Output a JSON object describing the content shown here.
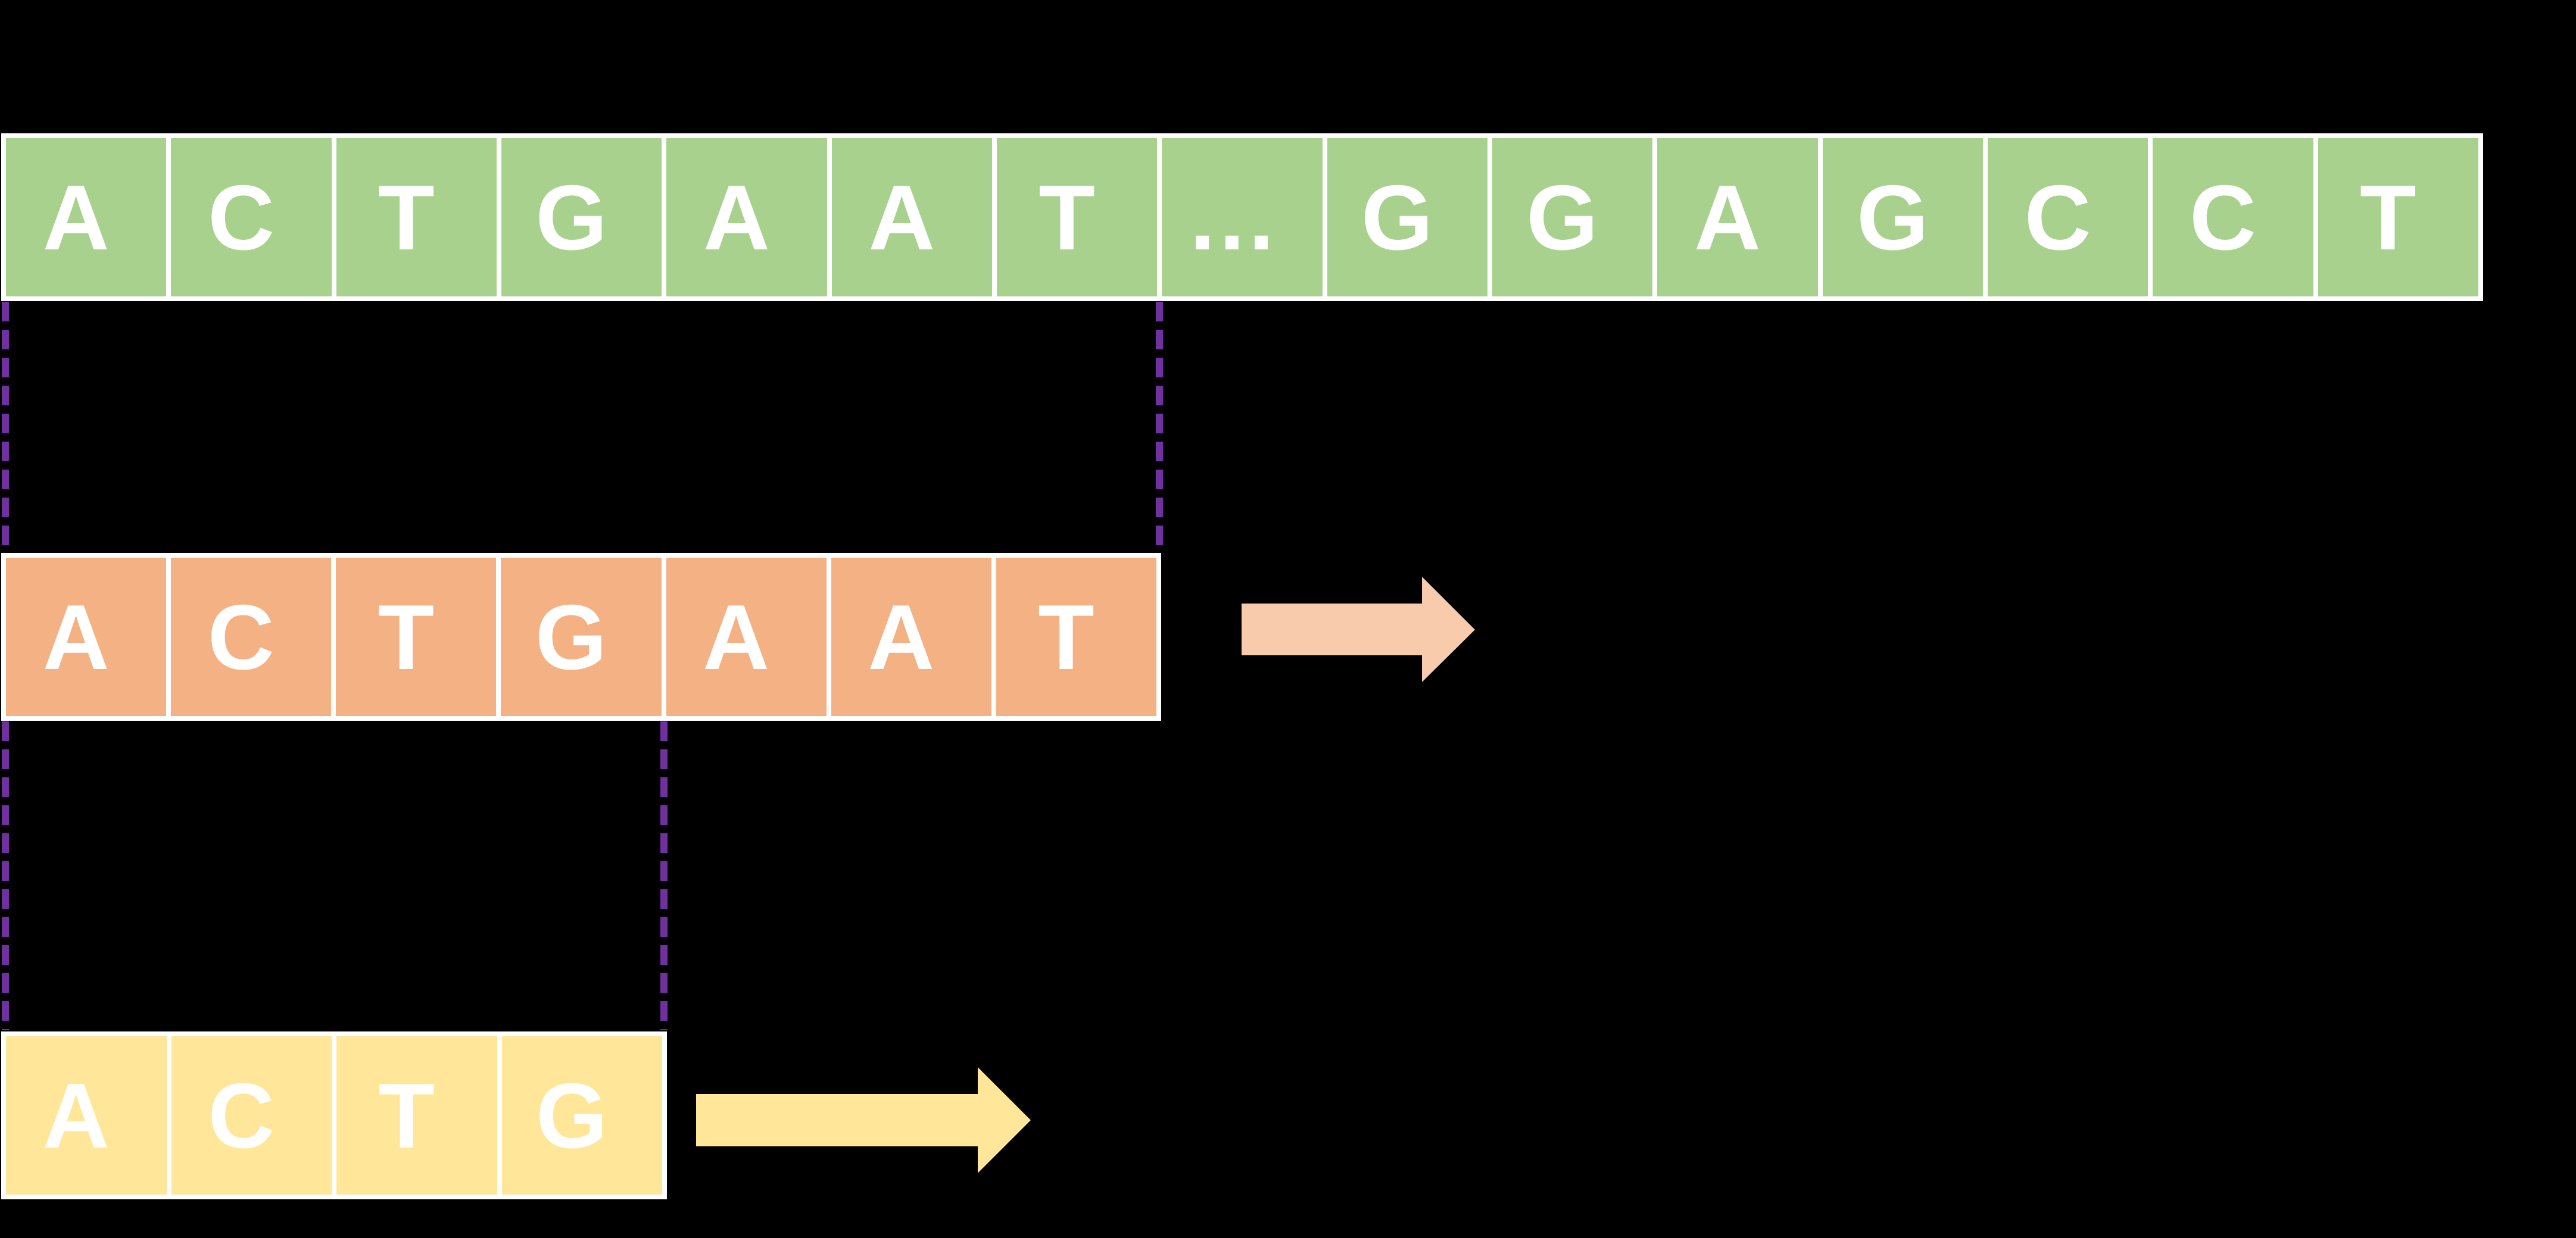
{
  "diagram": {
    "background_color": "#000000",
    "row_border_color": "#FFFFFF",
    "reference": {
      "bases": [
        "A",
        "C",
        "T",
        "G",
        "A",
        "A",
        "T",
        "…",
        "G",
        "G",
        "A",
        "G",
        "C",
        "C",
        "T"
      ],
      "cell_color": "#A9D18E",
      "letter_color": "#FFFFFF"
    },
    "read_long": {
      "bases": [
        "A",
        "C",
        "T",
        "G",
        "A",
        "A",
        "T"
      ],
      "cell_color": "#F4B183",
      "letter_color": "#FFFFFF",
      "arrow_color": "#F8CBAD"
    },
    "read_short": {
      "bases": [
        "A",
        "C",
        "T",
        "G"
      ],
      "cell_color": "#FFE699",
      "letter_color": "#FFFFFF",
      "arrow_color": "#FFE699"
    },
    "connector": {
      "color": "#7030A0",
      "style": "dashed"
    }
  }
}
